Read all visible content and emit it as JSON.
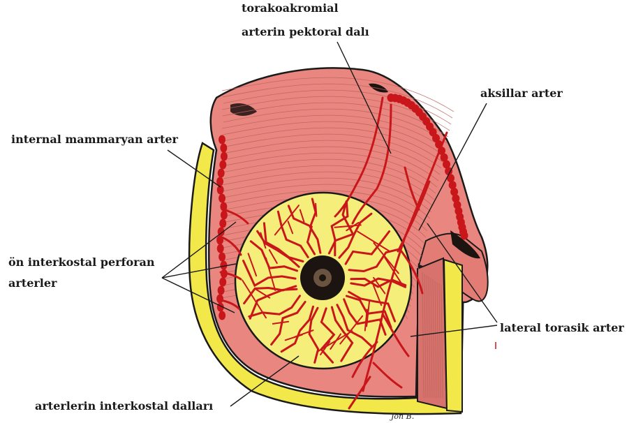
{
  "labels": {
    "thoracoacromial_line1": "torakoakromial",
    "thoracoacromial_line2": "arterin pektoral dalı",
    "axillary": "aksillar arter",
    "internal_mammary": "internal mammaryan arter",
    "perforators_line1": "ön interkostal perforan",
    "perforators_line2": "arterler",
    "lateral_thoracic": "lateral torasik arter",
    "intercostal_branches": "arterlerin interkostal dalları"
  },
  "signature": "Jon B.",
  "colors": {
    "muscle": "#e9867f",
    "muscle_dark": "#c9605b",
    "fat": "#f2e84a",
    "gland": "#f5ee7a",
    "artery": "#c8161b",
    "outline": "#1a1a1a",
    "nipple": "#1c1410"
  }
}
